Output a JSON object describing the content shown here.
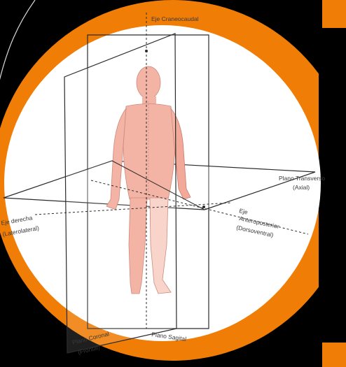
{
  "colors": {
    "background": "#000000",
    "frame": "#F07E06",
    "disc": "#FFFFFF",
    "body_fill": "#F2A999",
    "body_fill_light": "#F8CFC4",
    "plane_line": "#2b2b2b"
  },
  "diagram": {
    "labels": {
      "eje_craneocaudal": "Eje Craneocaudal",
      "plano_transverso": "Plano Transverso",
      "axial": "(Axial)",
      "eje": "Eje",
      "anteroposterior": "Anteroposterior",
      "dorsoventral": "(Dorsoventral)",
      "lateral_left_1": "Eje derecha",
      "lateral_left_2": "(Laterolateral)",
      "plano_sagital": "Plano Sagital",
      "plano_coronal_1": "Plano Coronal",
      "plano_coronal_2": "(Frontal)"
    }
  }
}
